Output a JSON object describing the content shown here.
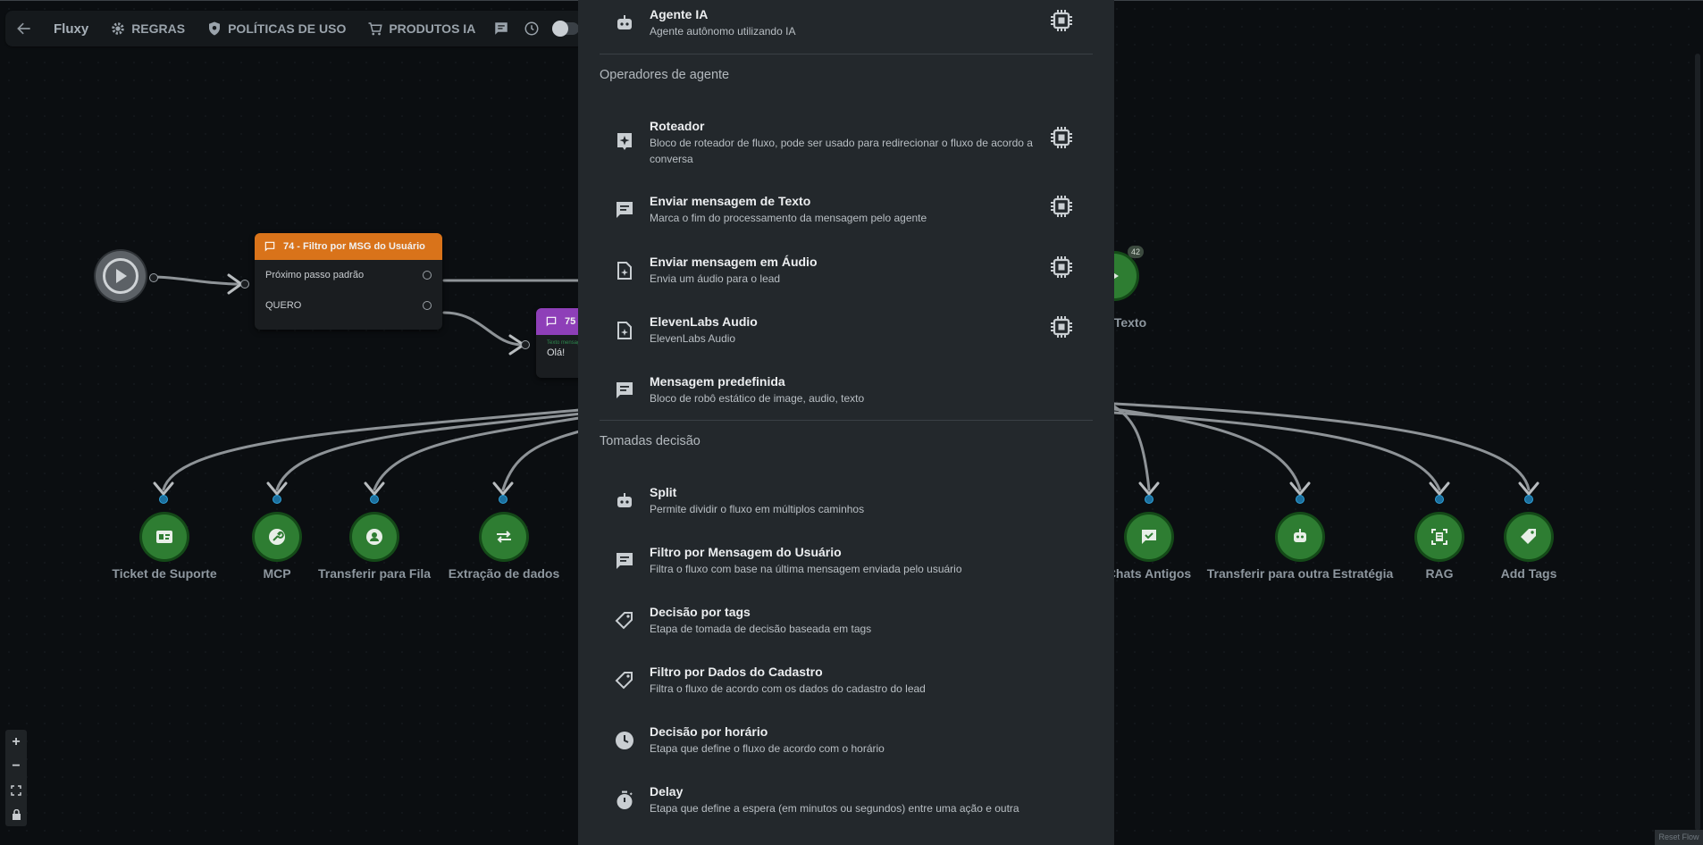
{
  "toolbar": {
    "brand": "Fluxy",
    "regras": "REGRAS",
    "politicas": "POLÍTICAS DE USO",
    "produtos": "PRODUTOS IA"
  },
  "flow": {
    "filter_node": {
      "title": "74 - Filtro por MSG do Usuário",
      "rows": [
        "Próximo passo padrão",
        "QUERO"
      ]
    },
    "message_node": {
      "title_prefix": "75",
      "subtitle": "Texto mensagem",
      "preview": "Olá!"
    },
    "badge_count": "42",
    "partial_label": "Texto",
    "routes": [
      {
        "label": "Ticket de Suporte",
        "icon": "ticket-icon"
      },
      {
        "label": "MCP",
        "icon": "wrench-icon"
      },
      {
        "label": "Transferir para Fila",
        "icon": "person-icon"
      },
      {
        "label": "Extração de dados",
        "icon": "swap-icon"
      },
      {
        "label": "Chats Antigos",
        "icon": "chat-check-icon"
      },
      {
        "label": "Transferir para outra Estratégia",
        "icon": "robot-icon"
      },
      {
        "label": "RAG",
        "icon": "scan-doc-icon"
      },
      {
        "label": "Add Tags",
        "icon": "tag-icon"
      }
    ],
    "reset_label": "Reset Flow"
  },
  "panel": {
    "agente": {
      "title": "Agente IA",
      "desc": "Agente autônomo utilizando IA"
    },
    "sections": {
      "operadores": "Operadores de agente",
      "decisao": "Tomadas decisão"
    },
    "operadores_items": [
      {
        "title": "Roteador",
        "desc": "Bloco de roteador de fluxo, pode ser usado para redirecionar o fluxo de acordo a conversa"
      },
      {
        "title": "Enviar mensagem de Texto",
        "desc": "Marca o fim do processamento da mensagem pelo agente"
      },
      {
        "title": "Enviar mensagem em Áudio",
        "desc": "Envia um áudio para o lead"
      },
      {
        "title": "ElevenLabs Audio",
        "desc": "ElevenLabs Audio"
      },
      {
        "title": "Mensagem predefinida",
        "desc": "Bloco de robô estático de image, audio, texto"
      }
    ],
    "decisao_items": [
      {
        "title": "Split",
        "desc": "Permite dividir o fluxo em múltiplos caminhos"
      },
      {
        "title": "Filtro por Mensagem do Usuário",
        "desc": "Filtra o fluxo com base na última mensagem enviada pelo usuário"
      },
      {
        "title": "Decisão por tags",
        "desc": "Etapa de tomada de decisão baseada em tags"
      },
      {
        "title": "Filtro por Dados do Cadastro",
        "desc": "Filtra o fluxo de acordo com os dados do cadastro do lead"
      },
      {
        "title": "Decisão por horário",
        "desc": "Etapa que define o fluxo de acordo com o horário"
      },
      {
        "title": "Delay",
        "desc": "Etapa que define a espera (em minutos ou segundos) entre uma ação e outra"
      }
    ]
  }
}
